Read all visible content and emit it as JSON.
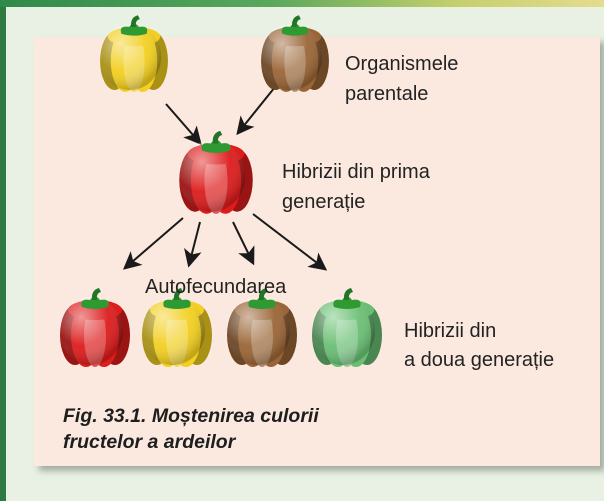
{
  "labels": {
    "parents": [
      "Organismele",
      "parentale"
    ],
    "f1": [
      "Hibrizii din prima",
      "generație"
    ],
    "selfing": "Autofecundarea",
    "f2": [
      "Hibrizii din",
      "a doua generație"
    ]
  },
  "caption": [
    "Fig. 33.1. Moștenirea culorii",
    "fructelor a ardeilor"
  ],
  "colors": {
    "yellow": "#f2cf20",
    "brown": "#9a6536",
    "red": "#dd1c1c",
    "green": "#6abf74",
    "stem": "#2f9a32",
    "frame": "#2f7a40",
    "panel": "#fbe9df"
  },
  "peppers": {
    "parents": [
      "yellow",
      "brown"
    ],
    "f1": [
      "red"
    ],
    "f2": [
      "red",
      "yellow",
      "brown",
      "green"
    ]
  }
}
